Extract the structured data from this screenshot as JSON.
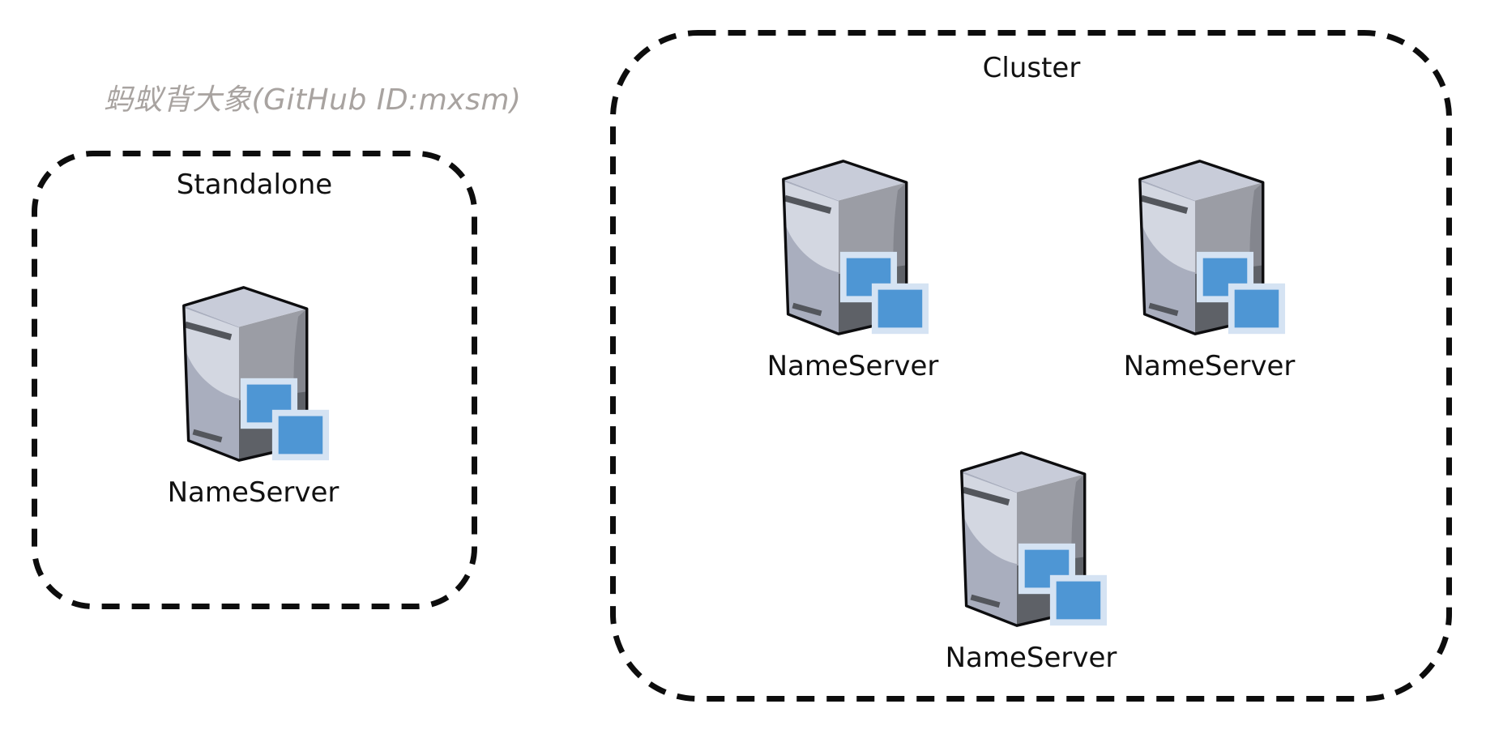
{
  "watermark": {
    "text": "蚂蚁背大象(GitHub ID:mxsm)",
    "color": "#a8a3a0"
  },
  "diagram": {
    "groups": [
      {
        "name": "standalone",
        "label": "Standalone",
        "border_style": "dashed-rounded",
        "nodes": [
          {
            "type": "server",
            "icon": "server-icon",
            "label": "NameServer"
          }
        ]
      },
      {
        "name": "cluster",
        "label": "Cluster",
        "border_style": "dashed-rounded",
        "nodes": [
          {
            "type": "server",
            "icon": "server-icon",
            "label": "NameServer"
          },
          {
            "type": "server",
            "icon": "server-icon",
            "label": "NameServer"
          },
          {
            "type": "server",
            "icon": "server-icon",
            "label": "NameServer"
          }
        ]
      }
    ]
  },
  "colors": {
    "background": "#ffffff",
    "border": "#0d0d0d",
    "label_text": "#111111",
    "watermark_text": "#a8a3a0",
    "server_face_base": "#a9aebe",
    "server_face_highlight": "#d3d7e1",
    "server_face_top": "#c8ccd9",
    "server_face_right": "#9b9da5",
    "server_face_right_shade": "#84868e",
    "server_face_right_dark": "#5e6167",
    "server_slot": "#53565c",
    "server_outline": "#0d0d0f",
    "server_square_blue": "#4e96d4",
    "server_square_border": "#d5e3f3"
  }
}
